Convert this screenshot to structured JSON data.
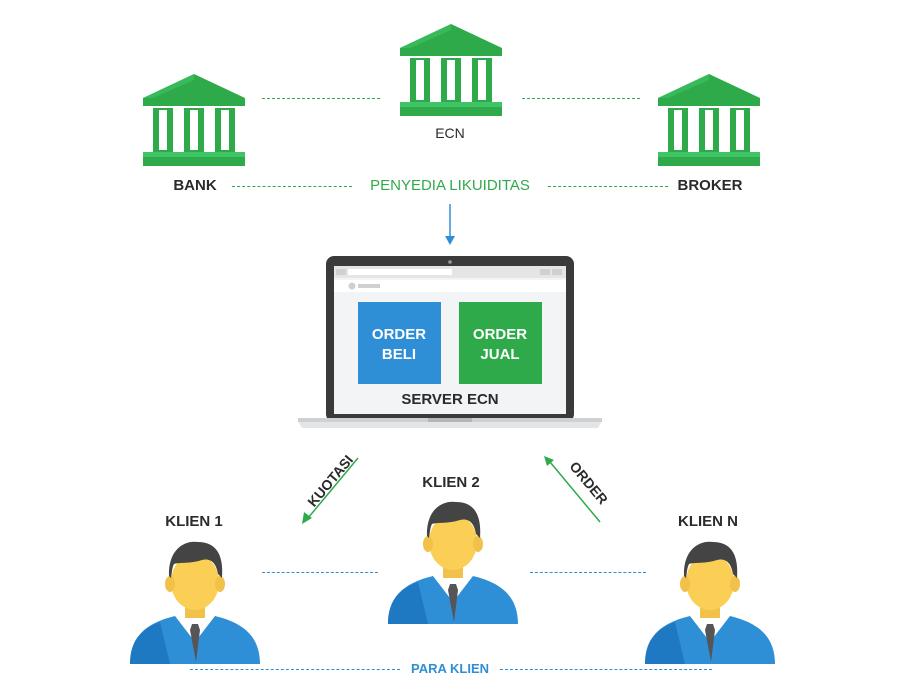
{
  "providers": {
    "ecn_label": "ECN",
    "bank_label": "BANK",
    "broker_label": "BROKER",
    "group_label": "PENYEDIA LIKUIDITAS"
  },
  "server": {
    "buy_order": [
      "ORDER",
      "BELI"
    ],
    "sell_order": [
      "ORDER",
      "JUAL"
    ],
    "label": "SERVER ECN"
  },
  "arrows": {
    "quotes": "KUOTASI",
    "order": "ORDER"
  },
  "clients": {
    "client_1": "KLIEN 1",
    "client_2": "KLIEN 2",
    "client_n": "KLIEN N",
    "group_label": "PARA KLIEN"
  },
  "colors": {
    "green": "#2eaa4a",
    "green_light": "#3fc466",
    "blue": "#2f8fd6",
    "dark": "#2b2b2b"
  },
  "icons": {
    "institution": "bank-building-icon",
    "client": "user-avatar-icon",
    "server": "laptop-icon"
  }
}
